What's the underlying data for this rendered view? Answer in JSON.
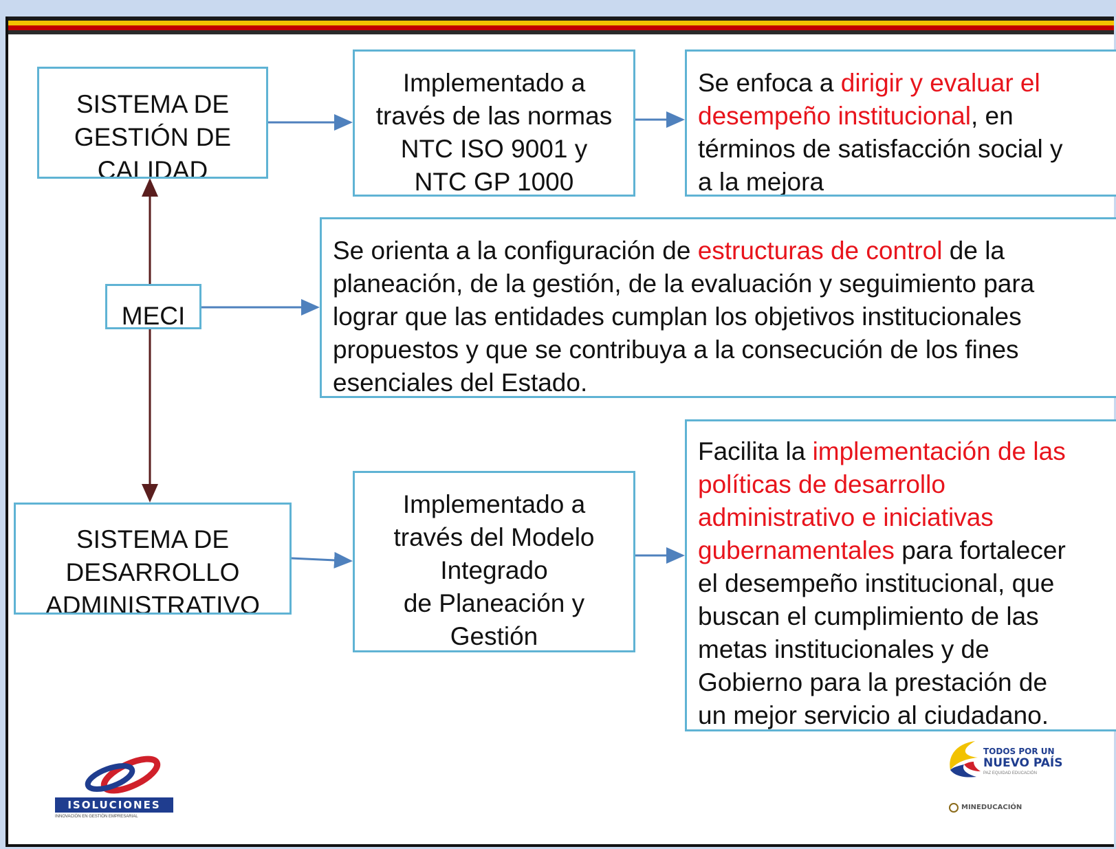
{
  "colors": {
    "box_border": "#5fb3d4",
    "arrow_blue": "#4f81bd",
    "arrow_dark": "#5a1e1e",
    "highlight_red": "#e8141c",
    "stripe_yellow": "#f2c200",
    "stripe_red": "#c00000",
    "stripe_dark": "#1a1a1a"
  },
  "sgc": {
    "lines": [
      "SISTEMA DE",
      "GESTIÓN DE",
      "CALIDAD"
    ]
  },
  "sgc_impl": {
    "lines": [
      "Implementado a",
      "través de las normas",
      "NTC ISO 9001 y",
      "NTC GP 1000"
    ]
  },
  "sgc_desc": {
    "l1a": "Se enfoca a ",
    "l1b": "dirigir y evaluar el",
    "l2a": "desempeño institucional",
    "l2b": ", en",
    "l3": "términos de satisfacción social y",
    "l4": "a la mejora"
  },
  "meci": {
    "label": "MECI"
  },
  "meci_desc": {
    "l1a": "Se orienta a la configuración de ",
    "l1b": "estructuras de control",
    "l1c": " de la",
    "l2": "planeación, de la gestión, de la evaluación y seguimiento para",
    "l3": "lograr que las  entidades cumplan los objetivos institucionales",
    "l4": "propuestos y que se contribuya a la consecución de los fines",
    "l5": "esenciales del  Estado."
  },
  "sda": {
    "lines": [
      "SISTEMA DE",
      "DESARROLLO",
      "ADMINISTRATIVO"
    ]
  },
  "sda_impl": {
    "lines": [
      "Implementado a",
      "través del Modelo",
      "Integrado",
      "de Planeación y",
      "Gestión"
    ]
  },
  "sda_desc": {
    "l1a": "Facilita la ",
    "l1b": "implementación de las",
    "l2": "políticas de desarrollo",
    "l3": "administrativo e iniciativas",
    "l4a": "gubernamentales",
    "l4b": " para fortalecer",
    "l5": "el desempeño institucional, que",
    "l6": "buscan el cumplimiento de las",
    "l7": "metas institucionales y de",
    "l8": "Gobierno para la prestación de",
    "l9": "un mejor servicio al ciudadano."
  },
  "logo_left": {
    "name": "ISOLUCIONES",
    "tagline": "INNOVACIÓN EN GESTIÓN EMPRESARIAL"
  },
  "logo_right": {
    "line1": "TODOS POR UN",
    "line2": "NUEVO PAÍS",
    "tagline": "PAZ  EQUIDAD  EDUCACIÓN",
    "ministry": "MINEDUCACIÓN"
  }
}
